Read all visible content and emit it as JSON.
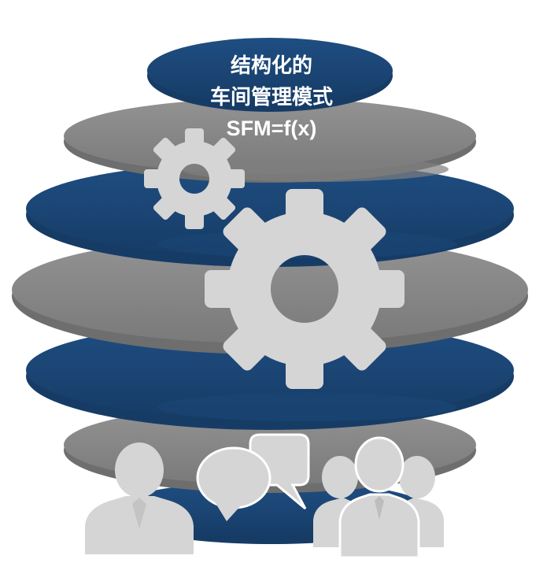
{
  "title": {
    "line1": "结构化的",
    "line2": "车间管理模式",
    "formula": "SFM=f(x)"
  },
  "colors": {
    "navy": "#1F4E82",
    "navy_dark": "#163C66",
    "gray": "#8C8C8C",
    "gray_dark": "#777777",
    "icon_fill": "#D5D5D5"
  },
  "icons": [
    "small-gear-icon",
    "large-gear-icon",
    "person-icon",
    "speech-bubbles-icon",
    "group-of-people-icon"
  ]
}
